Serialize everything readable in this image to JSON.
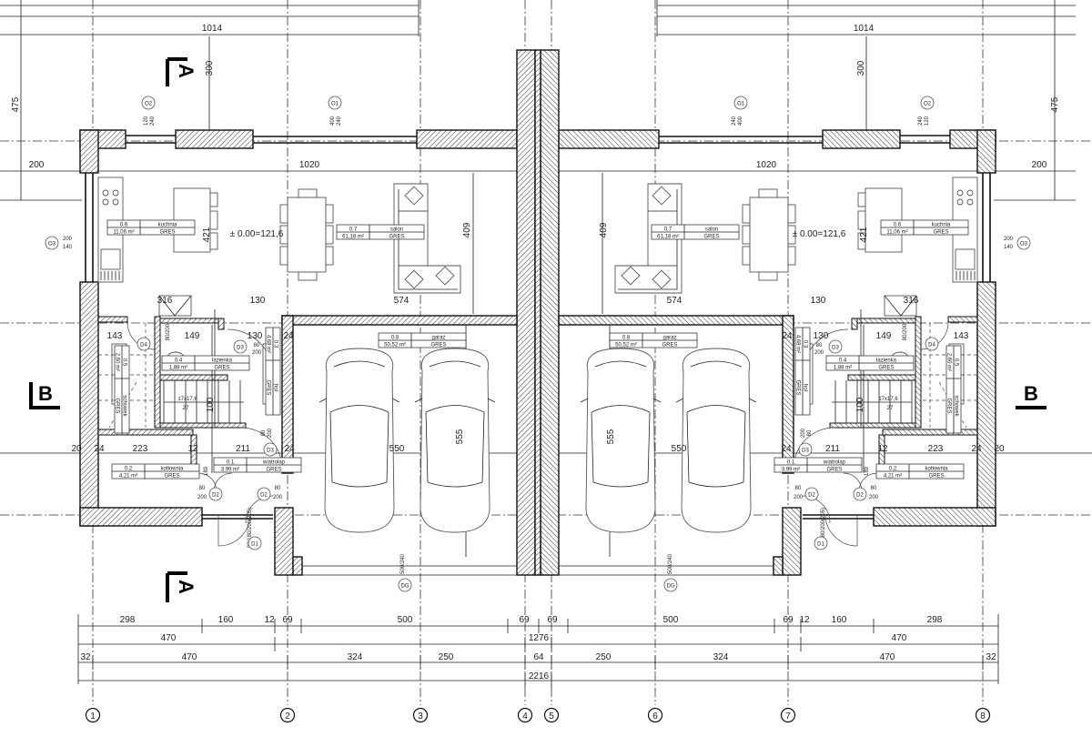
{
  "top_dims": {
    "overall": "1014",
    "offset": "300",
    "depth": "475",
    "side": "200",
    "inner": "1020"
  },
  "interior_dims": {
    "living_depth": "409",
    "garage_depth": "555",
    "kitchen_len": "421",
    "d316": "316",
    "d130": "130",
    "d574": "574",
    "d143": "143",
    "d149": "149",
    "d24": "24",
    "d223": "223",
    "d211": "211",
    "d12": "12",
    "d550": "550",
    "d20": "20",
    "stairs": "17x17,6",
    "steps": "27",
    "d100": "100",
    "d189": "189"
  },
  "level": "± 0.00=121,6",
  "windows": [
    {
      "id": "O2",
      "width": "120",
      "height": "240"
    },
    {
      "id": "O1",
      "width": "400",
      "height": "240"
    },
    {
      "id": "O3",
      "width": "200",
      "height": "140"
    }
  ],
  "doors": [
    {
      "id": "D4",
      "size": "80/200",
      "w": "80",
      "h": "200"
    },
    {
      "id": "D3",
      "w": "80",
      "h": "200"
    },
    {
      "id": "D2",
      "w": "80",
      "h": "200"
    },
    {
      "id": "D1",
      "size": "90/180/200(205)"
    },
    {
      "id": "DG",
      "size": "500/240"
    }
  ],
  "rooms": [
    {
      "number": "0.6",
      "name": "kuchnia",
      "area": "11,06 m²",
      "floor": "GRES"
    },
    {
      "number": "0.7",
      "name": "salon",
      "area": "61,18 m²",
      "floor": "GRES"
    },
    {
      "number": "0.8",
      "name": "garaż",
      "area": "50,52 m²",
      "floor": "GRES"
    },
    {
      "number": "0.2",
      "name": "kotłownia",
      "area": "4,21 m²",
      "floor": "GRES"
    },
    {
      "number": "0.1",
      "name": "wiatrołap",
      "area": "3,99 m²",
      "floor": "GRES"
    },
    {
      "number": "0.4",
      "name": "łazienka",
      "area": "1,88 m²",
      "floor": "GRES"
    },
    {
      "number": "0.5",
      "name": "schowek",
      "area": "2,60 m²",
      "floor": "GRES"
    },
    {
      "number": "0.3",
      "name": "hol",
      "area": "4,68 m²",
      "floor": "GRES"
    }
  ],
  "sections": {
    "a": "A",
    "b": "B"
  },
  "bottom_dims": {
    "row1": [
      "298",
      "160",
      "12",
      "69",
      "500",
      "69",
      "69",
      "500",
      "69",
      "12",
      "160",
      "298"
    ],
    "row2": [
      "470",
      "1276",
      "470"
    ],
    "row3": [
      "32",
      "470",
      "324",
      "250",
      "64",
      "250",
      "324",
      "470",
      "32"
    ],
    "row4": [
      "2216"
    ]
  },
  "axes": [
    "1",
    "2",
    "3",
    "4",
    "5",
    "6",
    "7",
    "8"
  ]
}
